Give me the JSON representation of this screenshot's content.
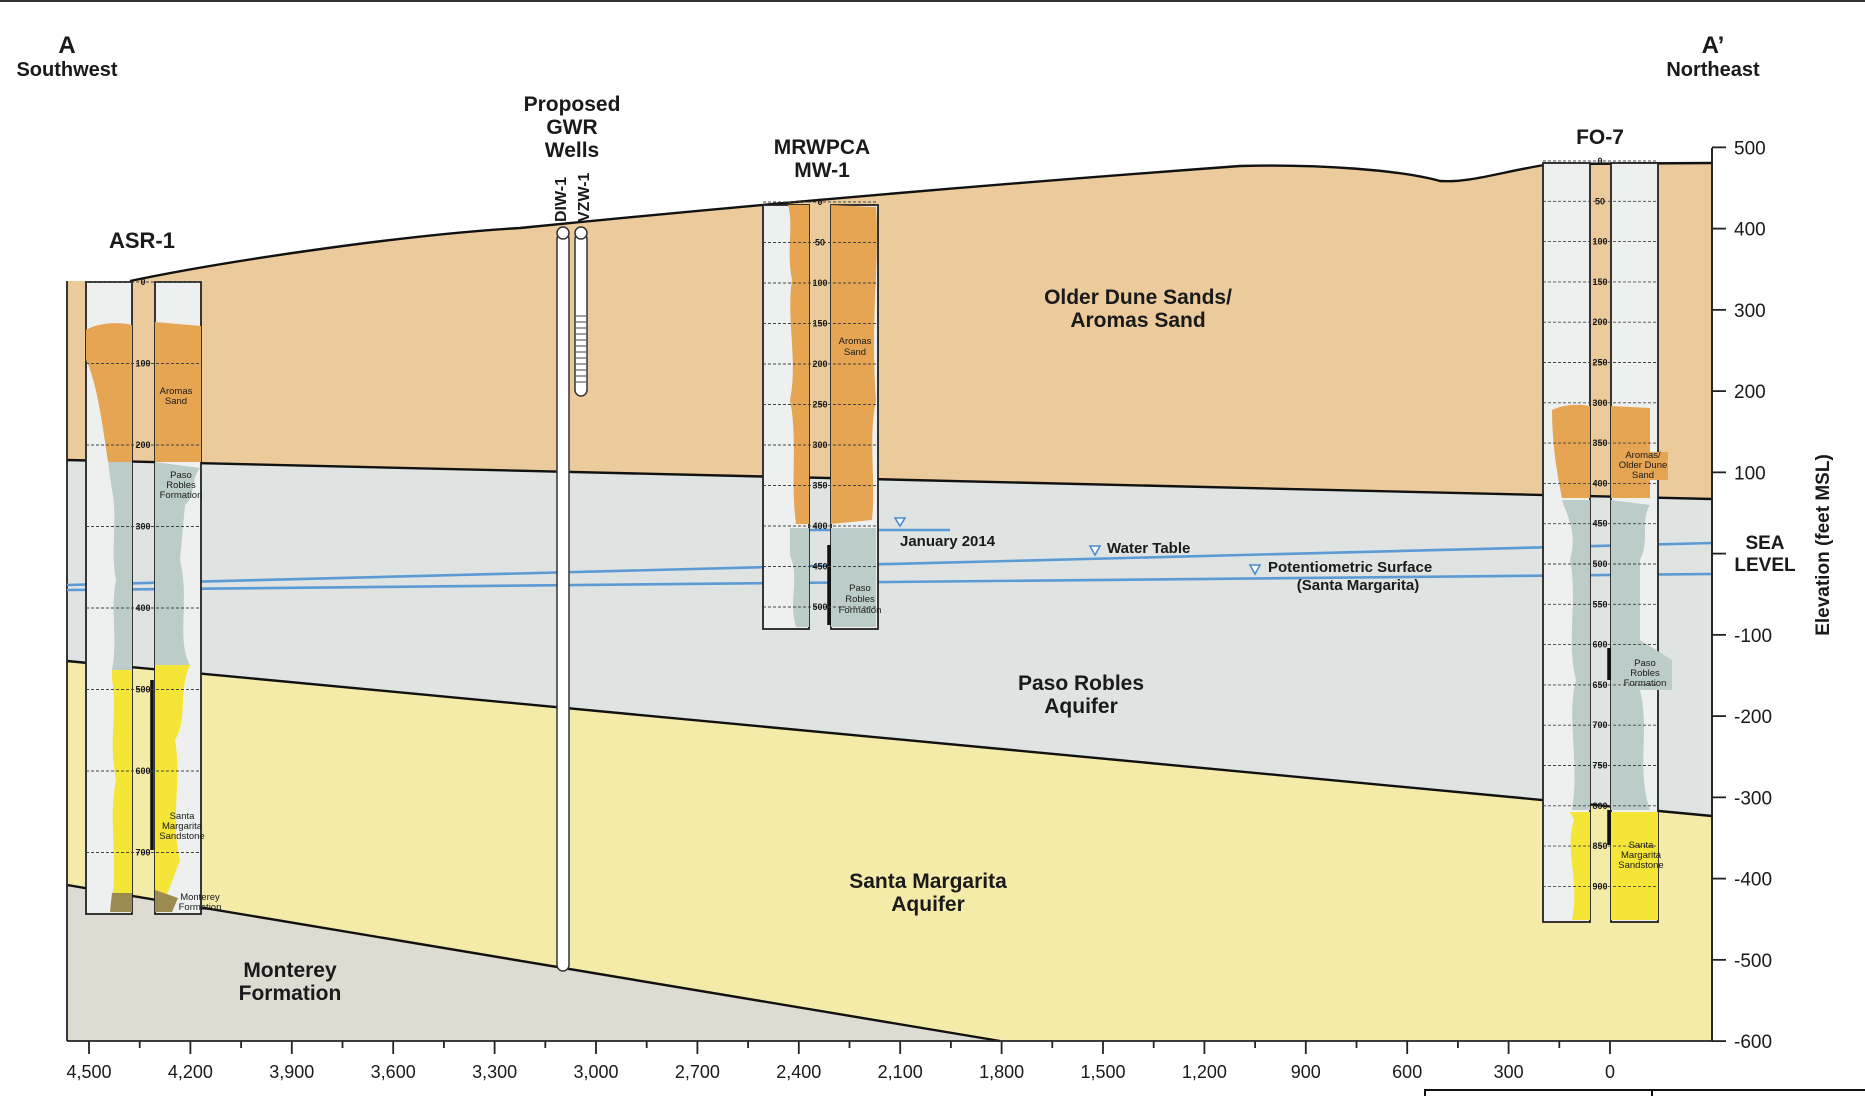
{
  "section": {
    "left_end": {
      "letter": "A",
      "direction": "Southwest"
    },
    "right_end": {
      "letter": "A’",
      "direction": "Northeast"
    }
  },
  "axes": {
    "y_title": "Elevation (feet MSL)",
    "sea_level_label": [
      "SEA",
      "LEVEL"
    ],
    "y_ticks": [
      500,
      400,
      300,
      200,
      100,
      -100,
      -200,
      -300,
      -400,
      -500,
      -600
    ],
    "x_ticks": [
      "4,500",
      "4,200",
      "3,900",
      "3,600",
      "3,300",
      "3,000",
      "2,700",
      "2,400",
      "2,100",
      "1,800",
      "1,500",
      "1,200",
      "900",
      "600",
      "300",
      "0"
    ]
  },
  "units": [
    {
      "id": "older-dune",
      "label": [
        "Older Dune Sands/",
        "Aromas Sand"
      ],
      "color": "#ebcb9b"
    },
    {
      "id": "paso-robles",
      "label": [
        "Paso Robles",
        "Aquifer"
      ],
      "color": "#dfe3e1"
    },
    {
      "id": "santa-margarita",
      "label": [
        "Santa Margarita",
        "Aquifer"
      ],
      "color": "#f5eba9"
    },
    {
      "id": "monterey",
      "label": [
        "Monterey",
        "Formation"
      ],
      "color": "#dedbd2"
    }
  ],
  "water_levels": {
    "january": "January 2014",
    "water_table": "Water Table",
    "potentiometric": [
      "Potentiometric Surface",
      "(Santa Margarita)"
    ]
  },
  "wells": {
    "asr1": {
      "name": "ASR-1",
      "depth_ticks": [
        "0",
        "100",
        "200",
        "300",
        "400",
        "500",
        "600",
        "700"
      ],
      "units": [
        [
          "Aromas",
          "Sand"
        ],
        [
          "Paso",
          "Robles",
          "Formation"
        ],
        [
          "Santa",
          "Margarita",
          "Sandstone"
        ],
        [
          "Monterey",
          "Formation"
        ]
      ]
    },
    "gwr": {
      "name": [
        "Proposed",
        "GWR",
        "Wells"
      ],
      "wells": [
        "DIW-1",
        "VZW-1"
      ]
    },
    "mw1": {
      "name": [
        "MRWPCA",
        "MW-1"
      ],
      "depth_ticks": [
        "0",
        "50",
        "100",
        "150",
        "200",
        "250",
        "300",
        "350",
        "400",
        "450",
        "500"
      ],
      "units": [
        [
          "Aromas",
          "Sand"
        ],
        [
          "Paso",
          "Robles",
          "Formation"
        ]
      ]
    },
    "fo7": {
      "name": "FO-7",
      "depth_ticks": [
        "0",
        "50",
        "100",
        "150",
        "200",
        "250",
        "300",
        "350",
        "400",
        "450",
        "500",
        "550",
        "600",
        "650",
        "700",
        "750",
        "800",
        "850",
        "900"
      ],
      "units": [
        [
          "Aromas/",
          "Older Dune",
          "Sand"
        ],
        [
          "Paso",
          "Robles",
          "Formation"
        ],
        [
          "Santa",
          "Margarita",
          "Sandstone"
        ]
      ]
    }
  }
}
